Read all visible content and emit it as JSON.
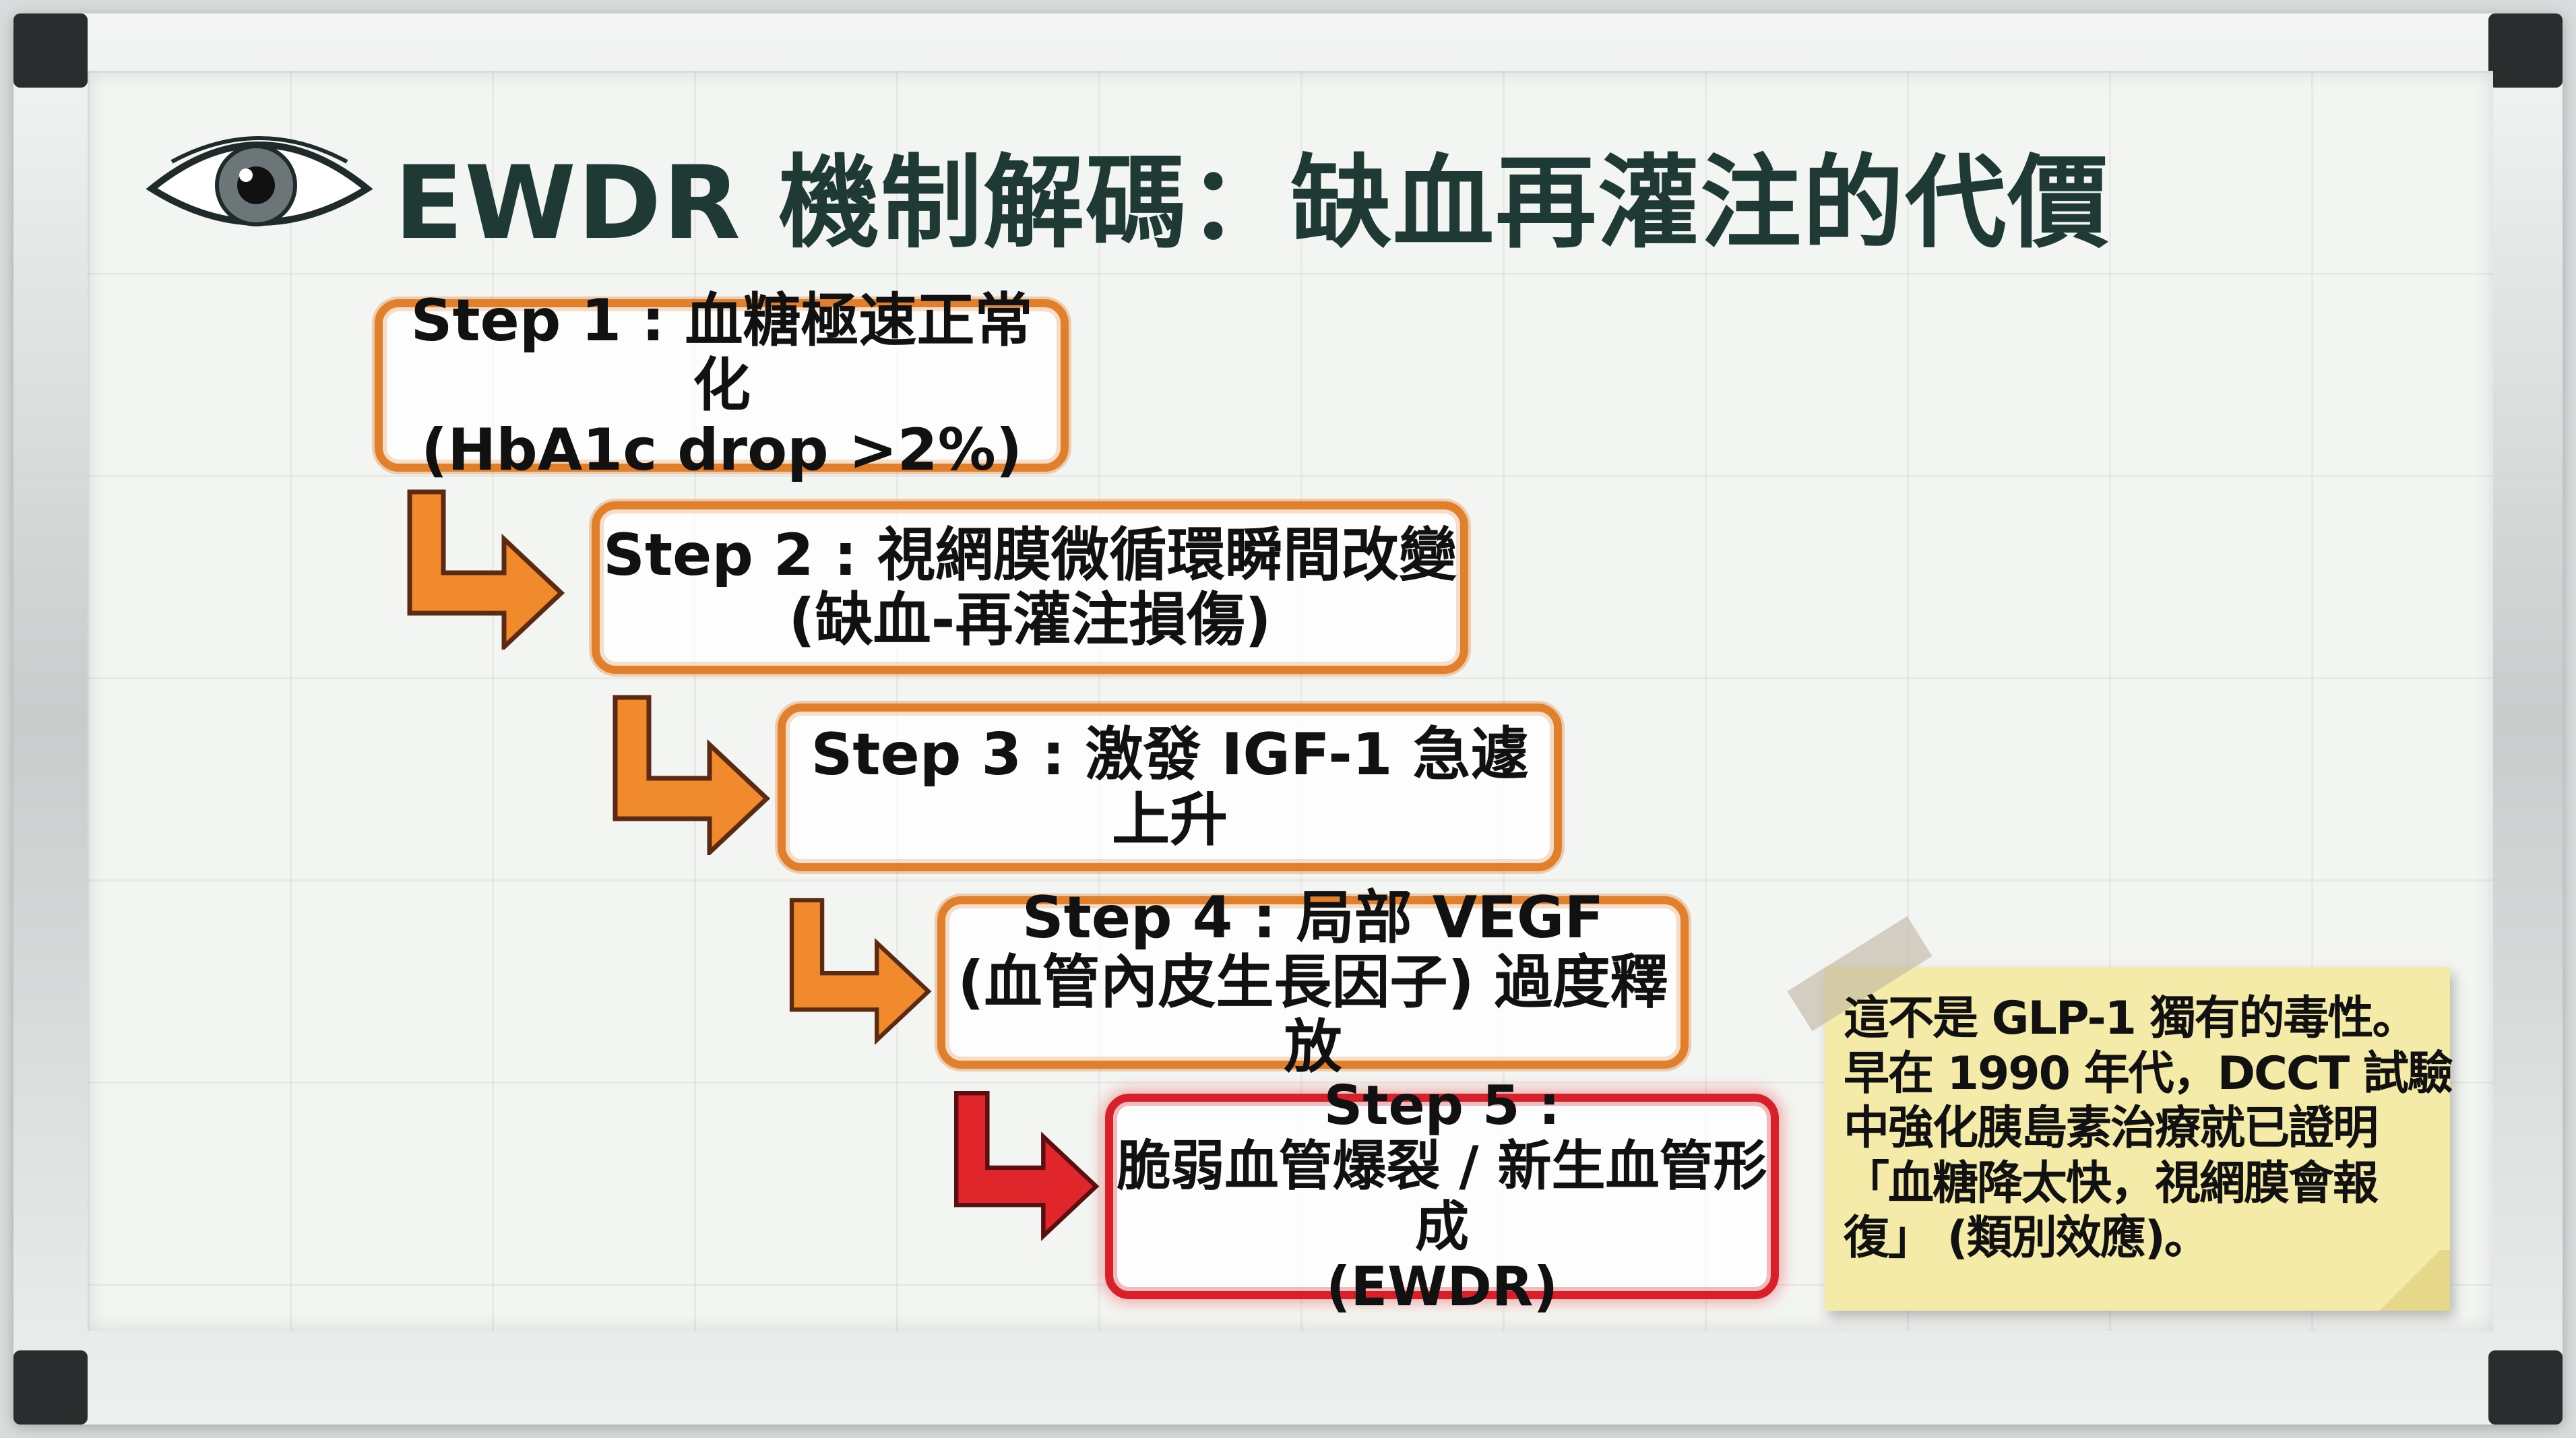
{
  "title": "EWDR 機制解碼：缺血再灌注的代價",
  "steps": [
    {
      "line1": "Step 1 : 血糖極速正常化",
      "line2": "(HbA1c drop >2%)"
    },
    {
      "line1": "Step 2 : 視網膜微循環瞬間改變",
      "line2": "(缺血-再灌注損傷)"
    },
    {
      "line1": "Step 3 : 激發 IGF-1 急遽上升"
    },
    {
      "line1": "Step 4 : 局部 VEGF",
      "line2": "(血管內皮生長因子) 過度釋放"
    },
    {
      "line1": "Step 5 :",
      "line2": "脆弱血管爆裂 / 新生血管形成",
      "line3": "(EWDR)"
    }
  ],
  "note": {
    "lines": [
      "這不是 GLP-1 獨有的毒性。",
      "早在 1990 年代，DCCT 試驗",
      "中強化胰島素治療就已證明",
      "「血糖降太快，視網膜會報",
      "復」 (類別效應)。"
    ]
  },
  "colors": {
    "title": "#1f3a35",
    "orange": "#e0802c",
    "red": "#d8202a",
    "note": "#f5eba9"
  },
  "icons": {
    "eye": "eye-icon",
    "arrow": "arrow-down-right-icon"
  }
}
